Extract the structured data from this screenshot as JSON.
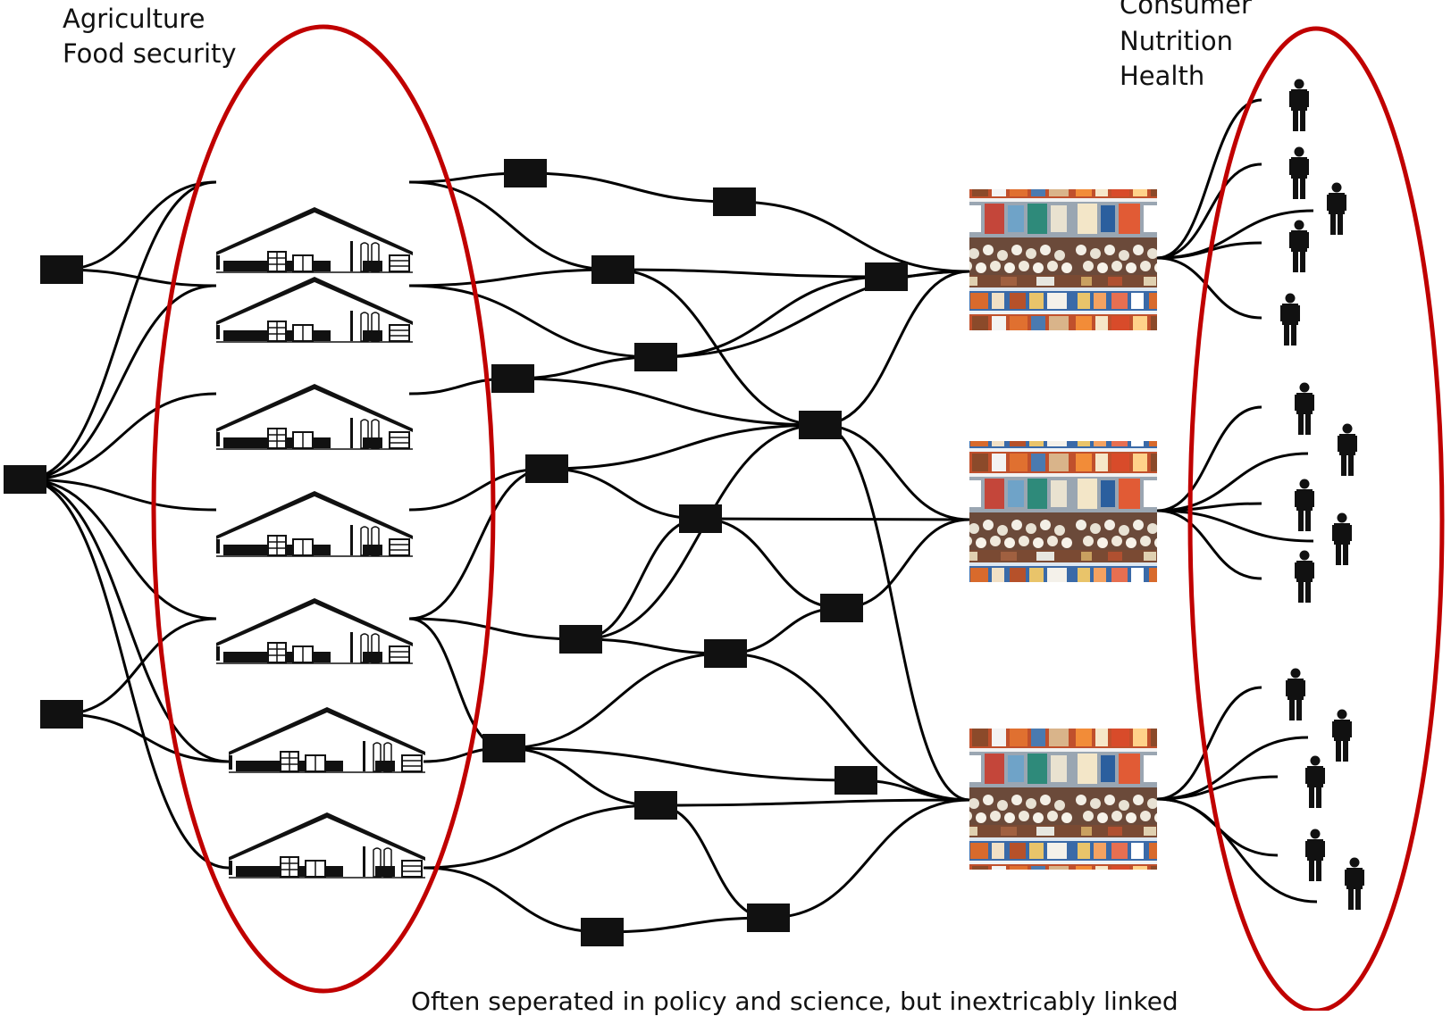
{
  "labels": {
    "agriculture_line1": "Agriculture",
    "agriculture_line2": "Food security",
    "consumer_line1": "Consumer",
    "consumer_line2": "Nutrition",
    "consumer_line3": "Health",
    "caption": "Often seperated in policy and science, but inextricably linked"
  },
  "colors": {
    "ellipse": "#c00000",
    "node": "#111111",
    "edge": "#000000"
  },
  "icons": {
    "node": "black-rectangle-node",
    "farm": "farm-barn-icon",
    "store": "supermarket-shelf-icon",
    "person": "person-icon"
  },
  "diagram": {
    "source_nodes": 3,
    "farms": 7,
    "intermediate_nodes": 18,
    "supermarkets": 3,
    "consumers": 15
  }
}
